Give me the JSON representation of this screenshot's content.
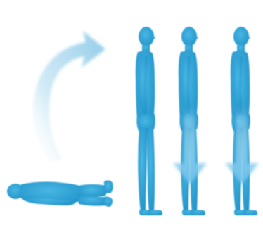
{
  "illustration": {
    "figure_color": "#2aa5d8",
    "figure_shade": "#1f8fc4",
    "arrow_color": "#9fd3ec",
    "down_arrow_color": "#7cc7ec",
    "background": "#ffffff",
    "standing_figure_count": 3,
    "down_arrow_count": 2,
    "icons": [
      "lying-figure",
      "curved-arrow",
      "standing-figure",
      "down-arrow"
    ]
  }
}
